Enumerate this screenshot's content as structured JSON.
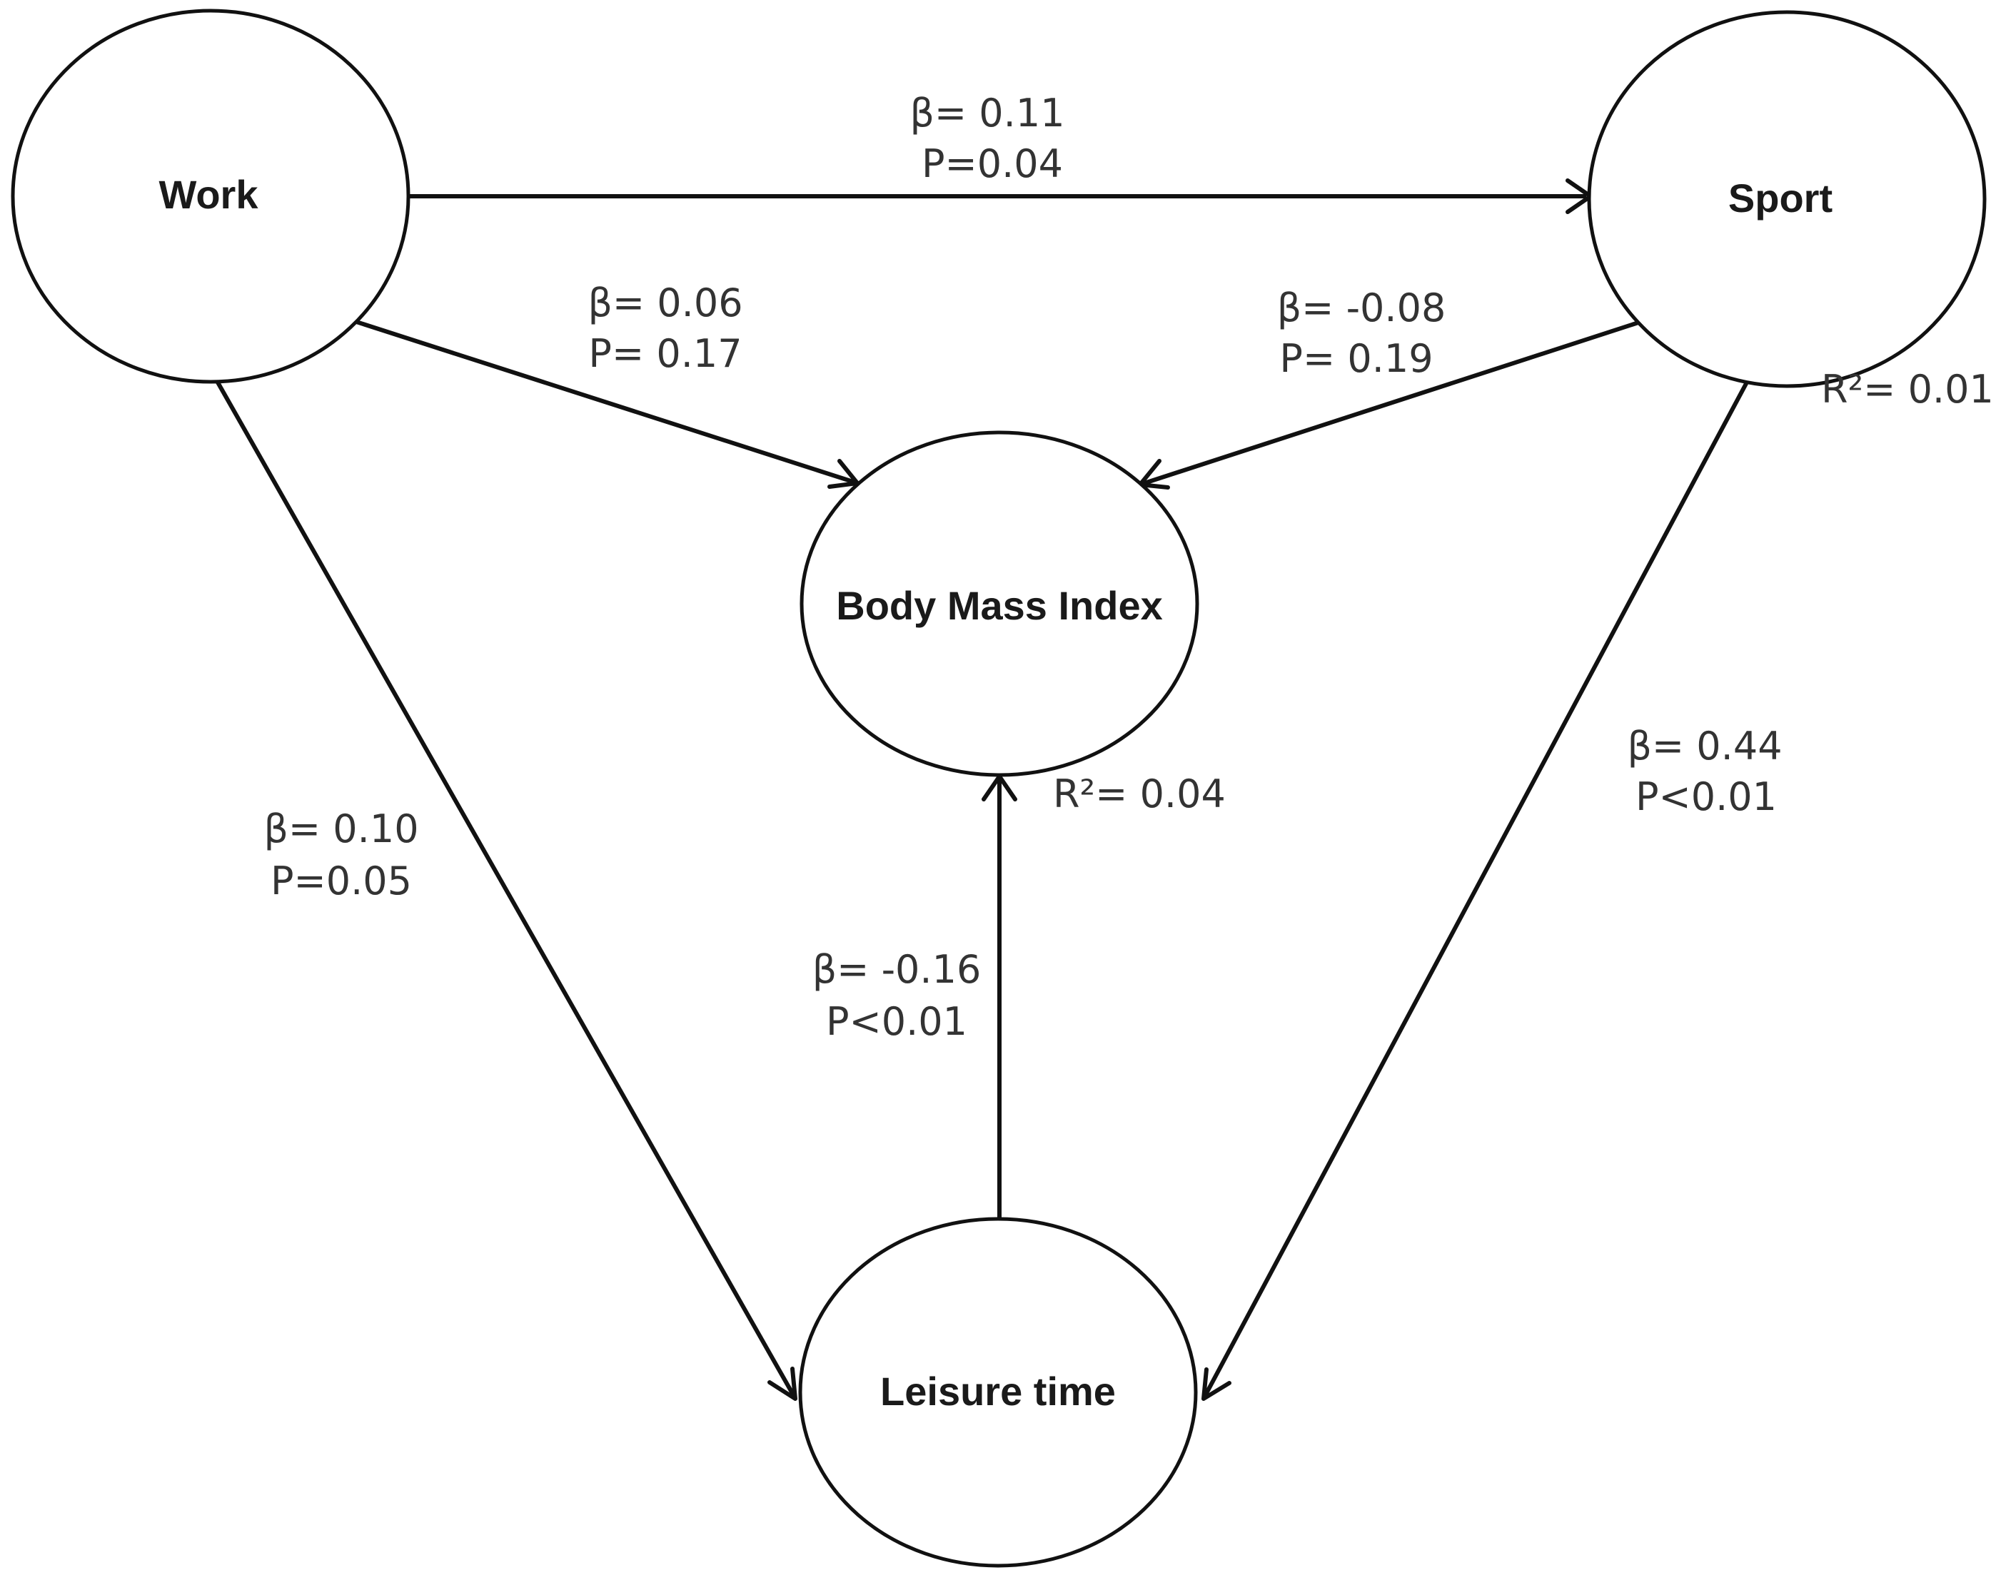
{
  "nodes": {
    "work": {
      "label": "Work"
    },
    "sport": {
      "label": "Sport",
      "r2": "R²= 0.01"
    },
    "bmi": {
      "label": "Body Mass Index",
      "r2": "R²= 0.04"
    },
    "leisure": {
      "label": "Leisure time"
    }
  },
  "edges": {
    "work_sport": {
      "beta": "β= 0.11",
      "p": "P=0.04"
    },
    "work_bmi": {
      "beta": "β= 0.06",
      "p": "P= 0.17"
    },
    "sport_bmi": {
      "beta": "β= -0.08",
      "p": "P= 0.19"
    },
    "work_leisure": {
      "beta": "β= 0.10",
      "p": "P=0.05"
    },
    "sport_leisure": {
      "beta": "β= 0.44",
      "p": "P<0.01"
    },
    "leisure_bmi": {
      "beta": "β= -0.16",
      "p": "P<0.01"
    }
  }
}
